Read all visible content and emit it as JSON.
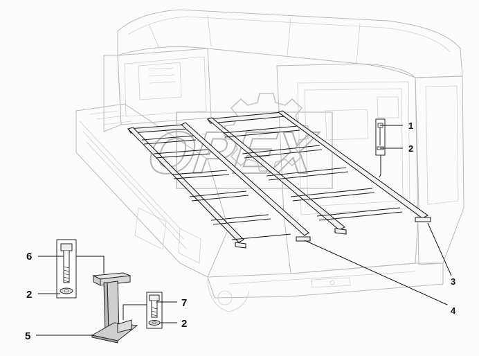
{
  "diagram": {
    "watermark_text": "OPEX",
    "callouts": [
      {
        "id": "c1",
        "text": "1"
      },
      {
        "id": "c2a",
        "text": "2"
      },
      {
        "id": "c3",
        "text": "3"
      },
      {
        "id": "c4",
        "text": "4"
      },
      {
        "id": "c6",
        "text": "6"
      },
      {
        "id": "c2b",
        "text": "2"
      },
      {
        "id": "c5",
        "text": "5"
      },
      {
        "id": "c7",
        "text": "7"
      },
      {
        "id": "c2c",
        "text": "2"
      }
    ]
  }
}
